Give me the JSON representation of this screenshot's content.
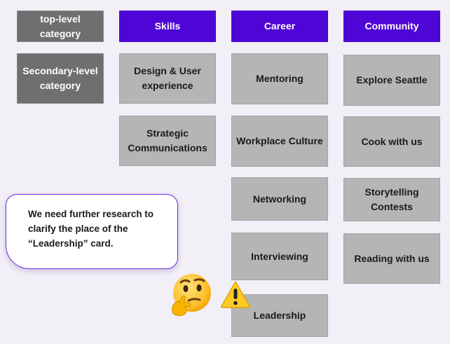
{
  "legend": {
    "top_level_line1": "top-level",
    "top_level_line2": "category",
    "secondary_line1": "Secondary-level",
    "secondary_line2": "category"
  },
  "columns": {
    "skills": {
      "header": "Skills",
      "items": [
        [
          "Design & User",
          "experience"
        ],
        [
          "Strategic",
          "Communications"
        ]
      ]
    },
    "career": {
      "header": "Career",
      "items": [
        "Mentoring",
        "Workplace Culture",
        "Networking",
        "Interviewing",
        "Leadership"
      ]
    },
    "community": {
      "header": "Community",
      "items": [
        [
          "Explore Seattle"
        ],
        [
          "Cook with us"
        ],
        [
          "Storytelling",
          "Contests"
        ],
        [
          "Reading with us"
        ]
      ]
    }
  },
  "note": {
    "line1": "We need further research to",
    "line2": "clarify  the place of the",
    "line3": "“Leadership” card."
  },
  "icons": {
    "thinking": "thinking-face-icon",
    "warning": "warning-icon"
  },
  "colors": {
    "header": "#4f05d6",
    "legend": "#6f6f6f",
    "item": "#b5b5b5",
    "background": "#f2eff7"
  }
}
